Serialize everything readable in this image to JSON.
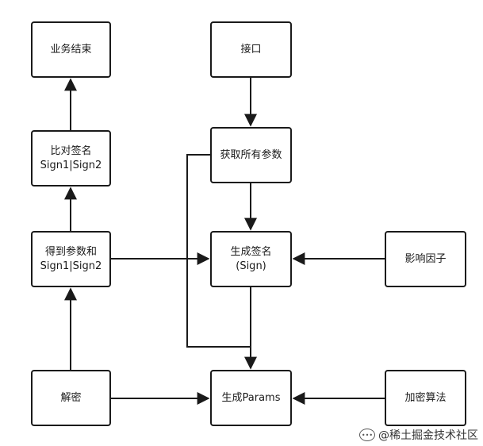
{
  "nodes": {
    "business_end": "业务结束",
    "compare_line1": "比对签名",
    "compare_line2": "Sign1|Sign2",
    "get_line1": "得到参数和",
    "get_line2": "Sign1|Sign2",
    "decrypt": "解密",
    "interface": "接口",
    "get_params": "获取所有参数",
    "gen_sign_line1": "生成签名",
    "gen_sign_line2": "(Sign)",
    "gen_params": "生成Params",
    "factor": "影响因子",
    "algorithm": "加密算法"
  },
  "edges": [
    {
      "from": "interface",
      "to": "get_params"
    },
    {
      "from": "get_params",
      "to": "gen_sign"
    },
    {
      "from": "get_params",
      "to": "gen_params"
    },
    {
      "from": "gen_sign",
      "to": "gen_params"
    },
    {
      "from": "factor",
      "to": "gen_sign"
    },
    {
      "from": "algorithm",
      "to": "gen_params"
    },
    {
      "from": "get_and_sign",
      "to": "gen_sign"
    },
    {
      "from": "decrypt",
      "to": "gen_params"
    },
    {
      "from": "decrypt",
      "to": "get_and_sign"
    },
    {
      "from": "get_and_sign",
      "to": "compare_sign"
    },
    {
      "from": "compare_sign",
      "to": "business_end"
    }
  ],
  "colors": {
    "stroke": "#1a1a1a",
    "background": "#ffffff"
  },
  "watermark": {
    "text": "@稀土掘金技术社区",
    "icon": "wechat-icon"
  }
}
